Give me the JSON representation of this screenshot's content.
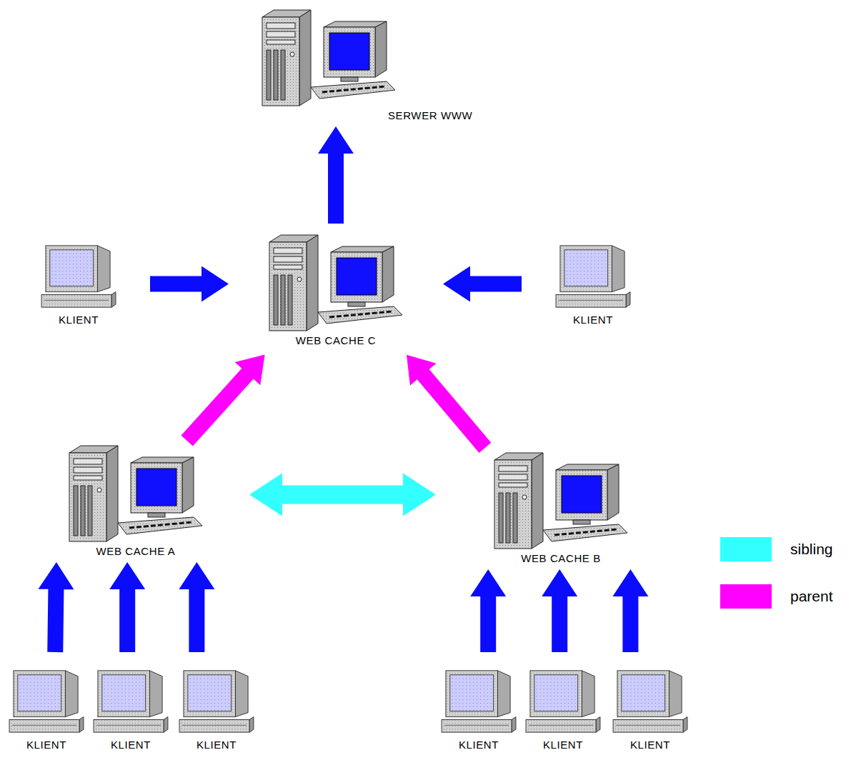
{
  "diagram": {
    "nodes": [
      {
        "text": [
          "SERWER WWW"
        ]
      },
      {
        "text": [
          "KLIENT"
        ]
      },
      {
        "text": [
          "WEB CACHE C"
        ]
      },
      {
        "text": [
          "KLIENT"
        ]
      },
      {
        "text": [
          "WEB CACHE A"
        ]
      },
      {
        "text": [
          "WEB CACHE B"
        ]
      },
      {
        "text": [
          "KLIENT"
        ]
      },
      {
        "text": [
          "KLIENT"
        ]
      },
      {
        "text": [
          "KLIENT"
        ]
      },
      {
        "text": [
          "KLIENT"
        ]
      },
      {
        "text": [
          "KLIENT"
        ]
      },
      {
        "text": [
          "KLIENT"
        ]
      }
    ],
    "edges": [
      {
        "from": 2,
        "to": 0,
        "arrow": "to"
      },
      {
        "from": 1,
        "to": 2,
        "arrow": "to"
      },
      {
        "from": 3,
        "to": 2,
        "arrow": "to"
      },
      {
        "from": 4,
        "to": 2,
        "arrow": "to"
      },
      {
        "from": 5,
        "to": 2,
        "arrow": "to"
      },
      {
        "from": 4,
        "to": 5,
        "arrow": "both"
      },
      {
        "from": 6,
        "to": 4,
        "arrow": "to"
      },
      {
        "from": 7,
        "to": 4,
        "arrow": "to"
      },
      {
        "from": 8,
        "to": 4,
        "arrow": "to"
      },
      {
        "from": 9,
        "to": 5,
        "arrow": "to"
      },
      {
        "from": 10,
        "to": 5,
        "arrow": "to"
      },
      {
        "from": 11,
        "to": 5,
        "arrow": "to"
      }
    ],
    "legend": [
      {
        "text": "sibling",
        "color": "#33ffff"
      },
      {
        "text": "parent",
        "color": "#ff00ff"
      }
    ]
  }
}
